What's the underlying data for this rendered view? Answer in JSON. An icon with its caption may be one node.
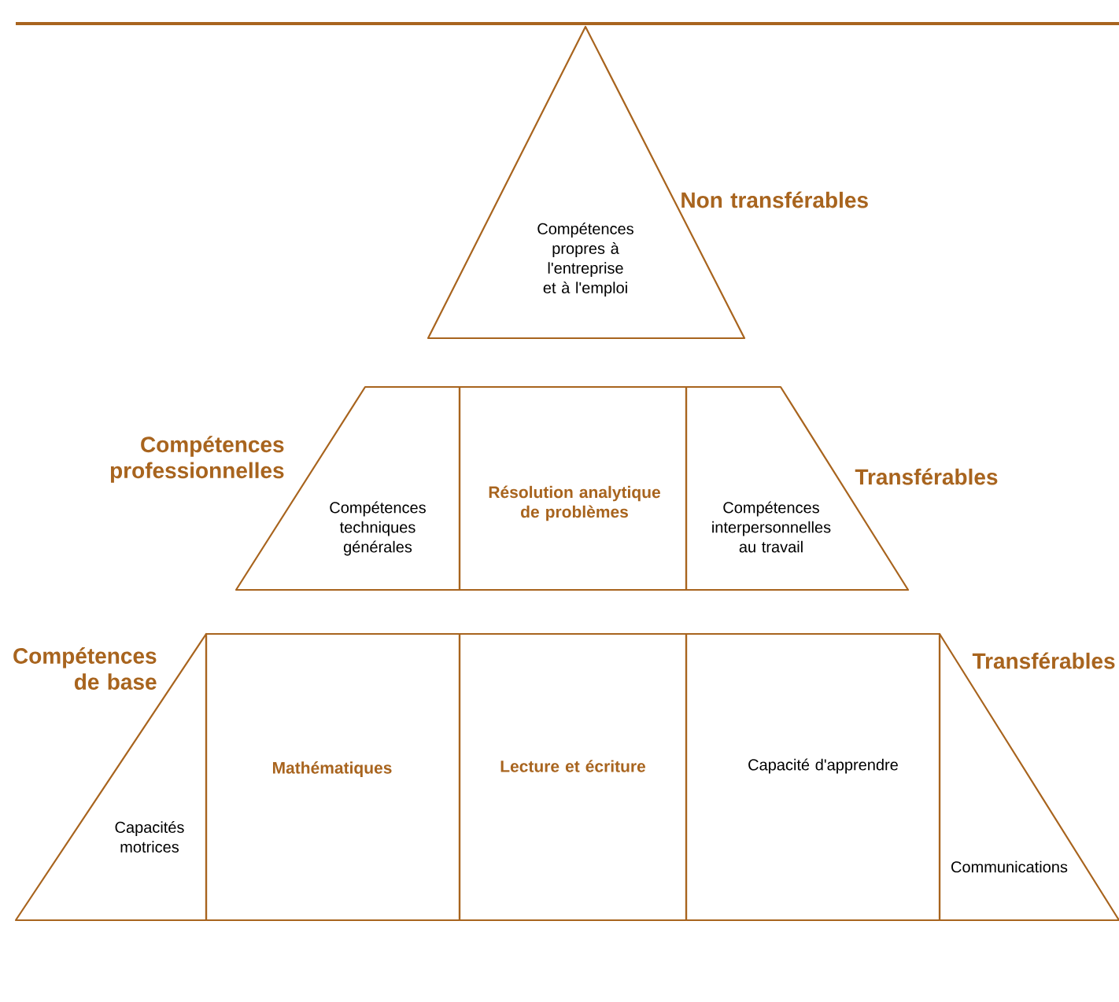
{
  "diagram": {
    "nodes": [
      {
        "text": [
          "Compétences propres à l'entreprise et à l'emploi"
        ]
      },
      {
        "text": [
          "Compétences techniques générales"
        ]
      },
      {
        "text": [
          "Résolution analytique de problèmes"
        ]
      },
      {
        "text": [
          "Compétences interpersonnelles au travail"
        ]
      },
      {
        "text": [
          "Capacités motrices"
        ]
      },
      {
        "text": [
          "Mathématiques"
        ]
      },
      {
        "text": [
          "Lecture et écriture"
        ]
      },
      {
        "text": [
          "Capacité d'apprendre"
        ]
      },
      {
        "text": [
          "Communications"
        ]
      }
    ],
    "labels": [
      "Non transférables",
      "Compétences professionnelles",
      "Transférables",
      "Compétences de base",
      "Transférables"
    ]
  }
}
